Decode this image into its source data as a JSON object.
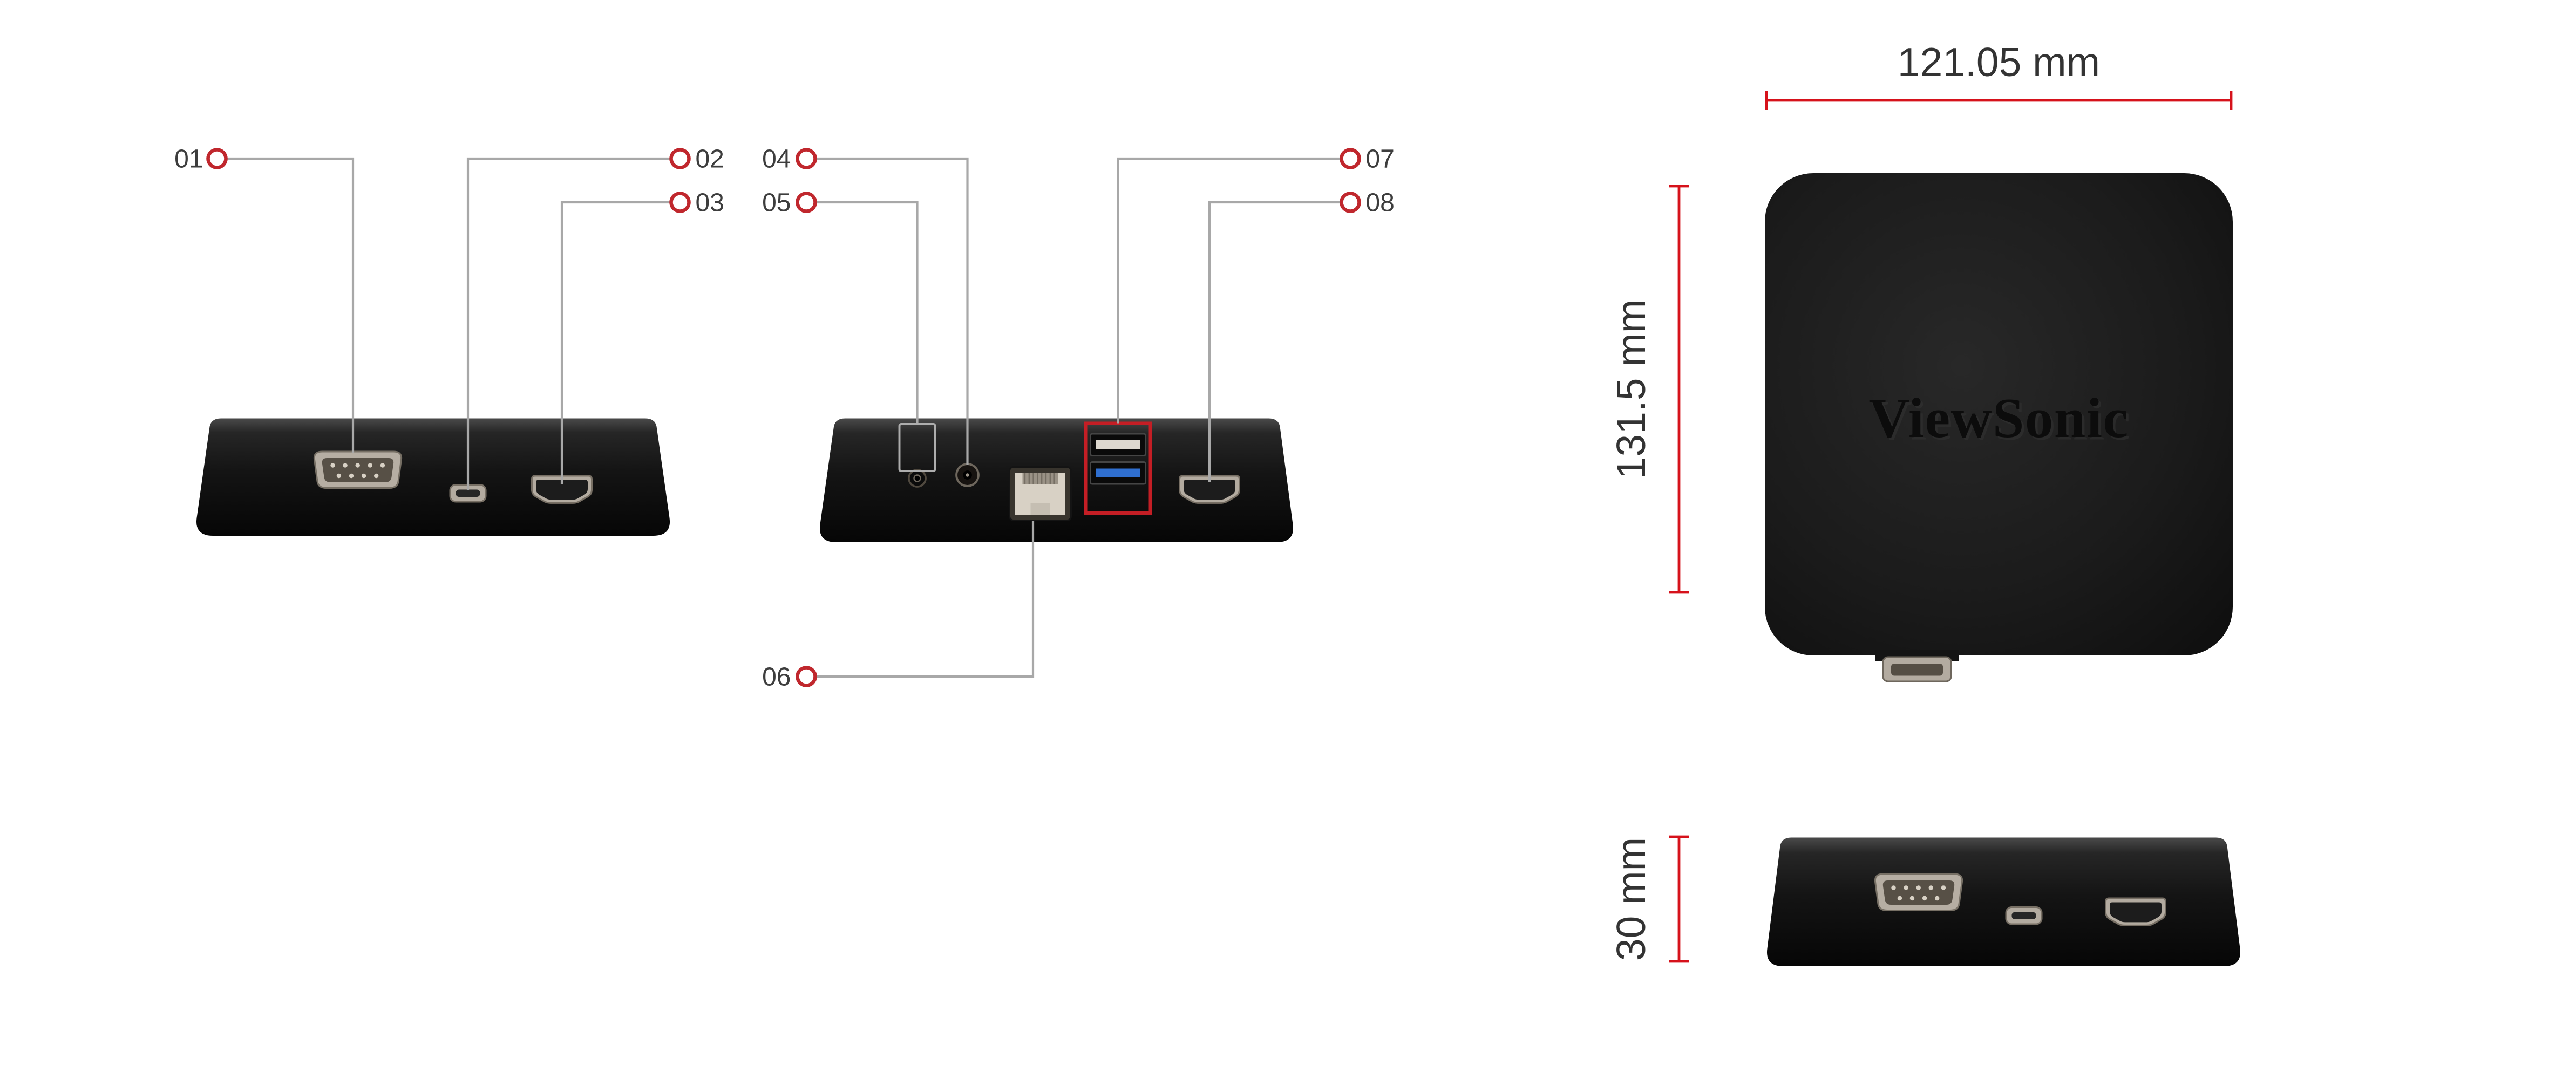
{
  "callouts": {
    "front": [
      {
        "id": "01",
        "target": "db9-serial-port"
      },
      {
        "id": "02",
        "target": "micro-usb-port"
      },
      {
        "id": "03",
        "target": "hdmi-port"
      }
    ],
    "rear": [
      {
        "id": "04",
        "target": "dc-in-port"
      },
      {
        "id": "05",
        "target": "audio-jack-port"
      },
      {
        "id": "06",
        "target": "ethernet-port"
      },
      {
        "id": "07",
        "target": "usb-ports"
      },
      {
        "id": "08",
        "target": "hdmi-port"
      }
    ]
  },
  "dimensions": {
    "width": "121.05 mm",
    "height": "131.5 mm",
    "depth": "30 mm"
  },
  "brand": {
    "logo": "ViewSonic"
  },
  "colors": {
    "callout_red": "#c0272d",
    "dimension_red": "#d6121b",
    "usb_highlight_red": "#c41e25",
    "leader_gray": "#a8a8a8",
    "device_black": "#141414"
  }
}
